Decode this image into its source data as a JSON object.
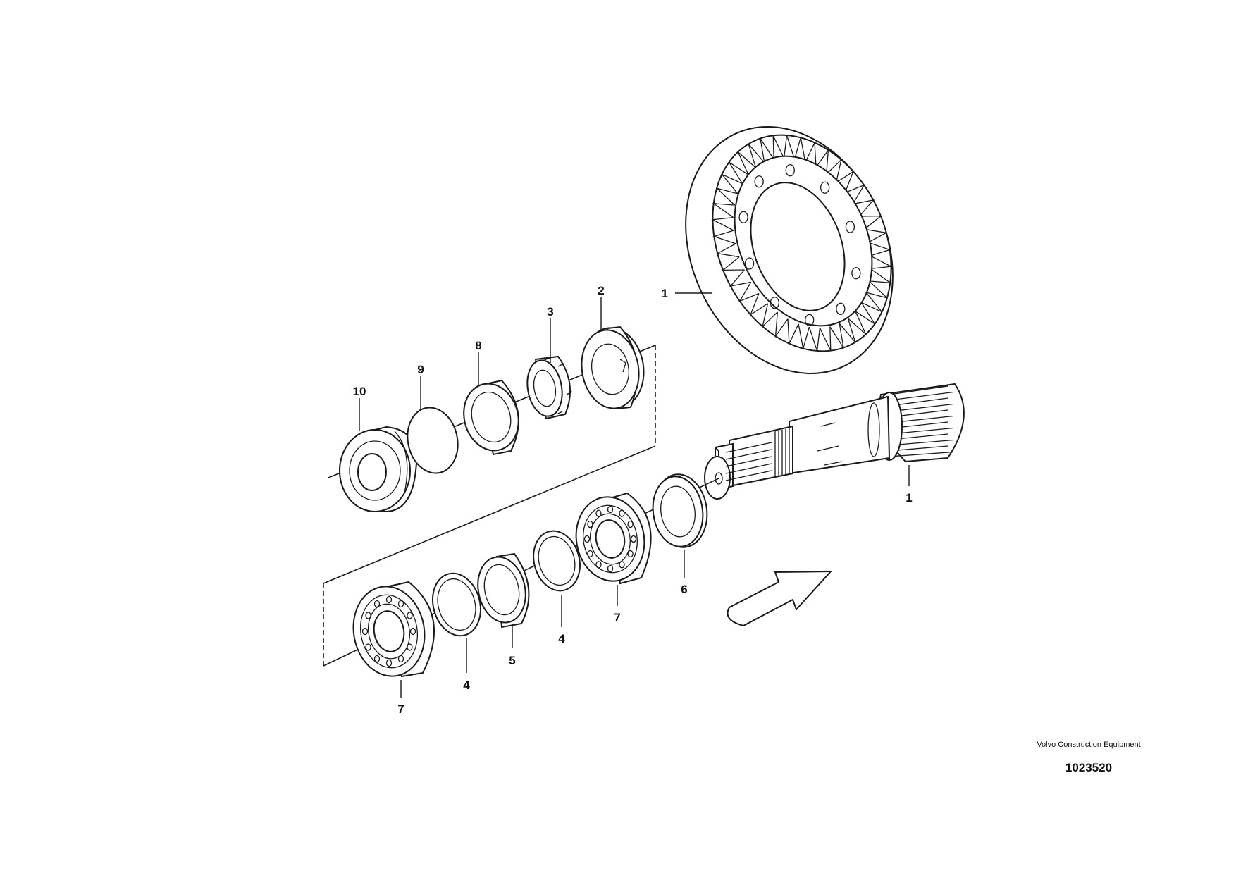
{
  "callouts": [
    {
      "id": "ring-gear",
      "label": "1"
    },
    {
      "id": "pinion",
      "label": "1"
    },
    {
      "id": "washer-2",
      "label": "2"
    },
    {
      "id": "nut-3",
      "label": "3"
    },
    {
      "id": "ring-8",
      "label": "8"
    },
    {
      "id": "circlip-9",
      "label": "9"
    },
    {
      "id": "seal-10",
      "label": "10"
    },
    {
      "id": "shim-6",
      "label": "6"
    },
    {
      "id": "bearing-7-upper",
      "label": "7"
    },
    {
      "id": "ring-4-right",
      "label": "4"
    },
    {
      "id": "spacer-5",
      "label": "5"
    },
    {
      "id": "ring-4-left",
      "label": "4"
    },
    {
      "id": "bearing-7-lower",
      "label": "7"
    }
  ],
  "footer": {
    "manufacturer": "Volvo Construction Equipment",
    "drawing_number": "1023520"
  },
  "icons": {
    "direction_arrow": "direction-arrow-icon"
  },
  "colors": {
    "line": "#1a1a1a",
    "background": "#ffffff"
  }
}
